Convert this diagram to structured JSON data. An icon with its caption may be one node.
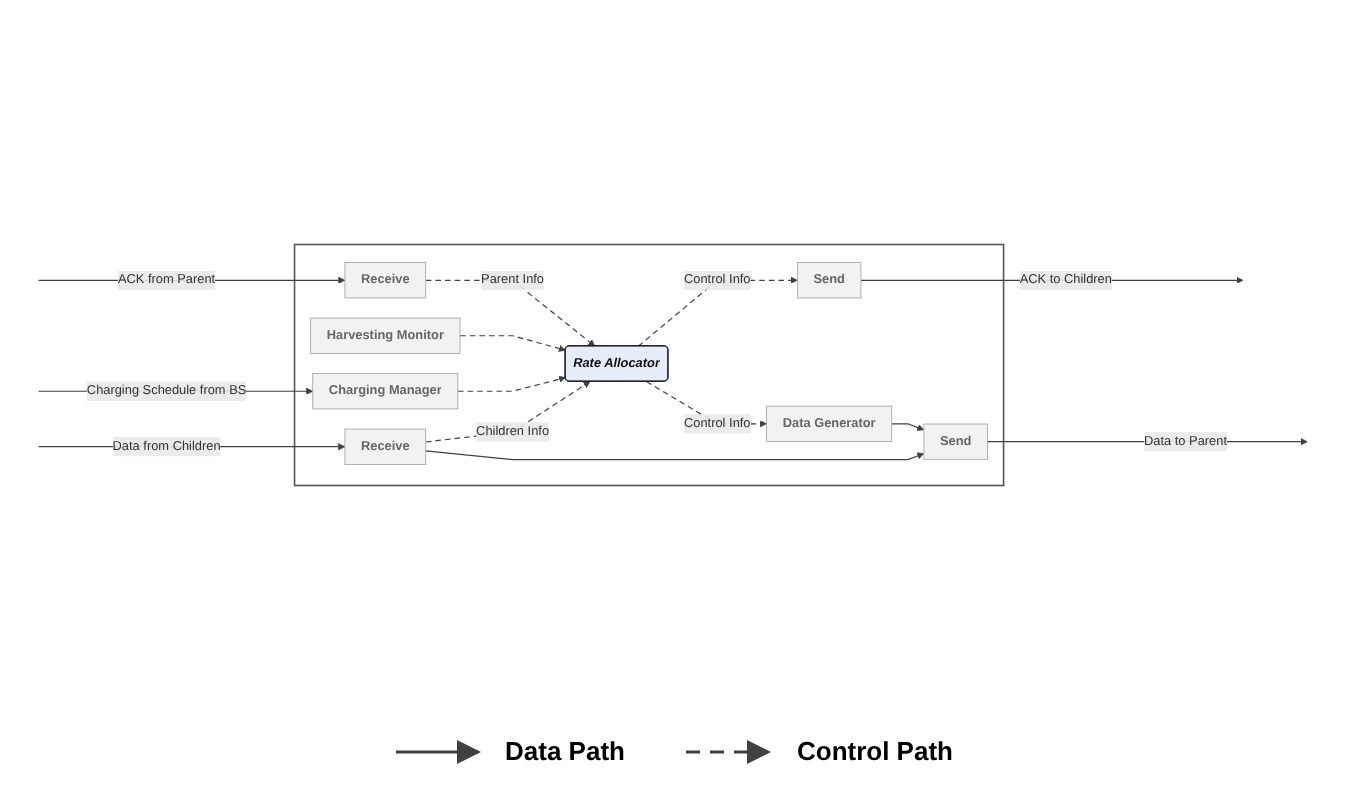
{
  "diagram": {
    "nodes": [
      {
        "text": [],
        "shape": "box"
      },
      {
        "text": [
          "Send"
        ],
        "in": 0
      },
      {
        "text": [
          "Receive"
        ],
        "in": 0
      },
      {
        "text": [
          "Data Generator"
        ],
        "in": 0
      },
      {
        "text": [
          "Charging Manager"
        ],
        "in": 0
      },
      {
        "text": [
          "Rate Allocator"
        ],
        "in": 0
      },
      {
        "text": [
          "Harvesting Monitor"
        ],
        "in": 0
      },
      {
        "text": [
          "Receive"
        ],
        "in": 0
      },
      {
        "text": [
          "Send"
        ],
        "in": 0
      }
    ],
    "edges": [
      {
        "from": 1,
        "to": null,
        "arrow": "to",
        "label": "Data to Parent"
      },
      {
        "from": null,
        "to": 2,
        "arrow": "to",
        "label": "Data from Children"
      },
      {
        "from": 2,
        "to": 1,
        "arrow": "to"
      },
      {
        "from": 3,
        "to": 1,
        "arrow": "to"
      },
      {
        "from": 5,
        "to": 3,
        "arrow": "to",
        "style": "dashed",
        "label": "Control Info"
      },
      {
        "from": 2,
        "to": 5,
        "arrow": "to",
        "style": "dashed",
        "label": "Children Info"
      },
      {
        "from": null,
        "to": 4,
        "arrow": "to",
        "label": "Charging Schedule from BS"
      },
      {
        "from": 4,
        "to": 5,
        "arrow": "to",
        "style": "dashed"
      },
      {
        "from": 6,
        "to": 5,
        "arrow": "to",
        "style": "dashed"
      },
      {
        "from": null,
        "to": 7,
        "arrow": "to",
        "label": "ACK from Parent"
      },
      {
        "from": 7,
        "to": 5,
        "arrow": "to",
        "style": "dashed",
        "label": "Parent Info"
      },
      {
        "from": 5,
        "to": 8,
        "arrow": "to",
        "style": "dashed",
        "label": "Control Info"
      },
      {
        "from": 8,
        "to": null,
        "arrow": "to",
        "label": "ACK to Children"
      }
    ],
    "legend": [
      {
        "text": "Data Path"
      },
      {
        "text": "Control Path"
      }
    ]
  }
}
